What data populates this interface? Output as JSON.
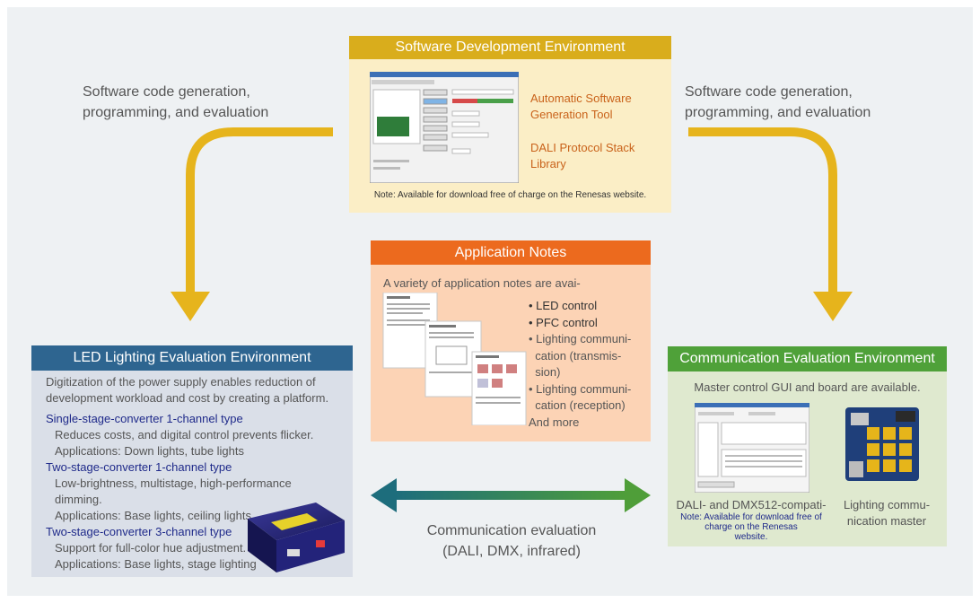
{
  "flows": {
    "left_label_line1": "Software code generation,",
    "left_label_line2": "programming, and evaluation",
    "right_label_line1": "Software code generation,",
    "right_label_line2": "programming, and evaluation",
    "bottom_label_line1": "Communication evaluation",
    "bottom_label_line2": "(DALI, DMX, infrared)"
  },
  "software_env": {
    "title": "Software Development Environment",
    "tool1_line1": "Automatic Software",
    "tool1_line2": "Generation Tool",
    "tool2_line1": "DALI Protocol Stack",
    "tool2_line2": "Library",
    "note": "Note: Available for download free of charge on the Renesas website."
  },
  "app_notes": {
    "title": "Application Notes",
    "intro": "A variety of application notes are avai-",
    "items": [
      "LED control",
      "PFC control",
      "Lighting communi-",
      "cation (transmis-",
      "sion)",
      "Lighting communi-",
      "cation (reception)",
      "And more"
    ]
  },
  "led_env": {
    "title": "LED Lighting Evaluation Environment",
    "intro_line1": "Digitization of the power supply enables reduction of",
    "intro_line2": "development workload and cost by creating a platform.",
    "type1_title": "Single-stage-converter 1-channel type",
    "type1_line1": "Reduces costs, and digital control prevents flicker.",
    "type1_line2": "Applications: Down lights, tube lights",
    "type2_title": "Two-stage-converter 1-channel type",
    "type2_line1": "Low-brightness, multistage, high-performance",
    "type2_line2": "dimming.",
    "type2_line3": "Applications: Base lights, ceiling lights",
    "type3_title": "Two-stage-converter 3-channel type",
    "type3_line1": "Support for full-color hue adjustment.",
    "type3_line2": "Applications: Base lights, stage lighting"
  },
  "comm_env": {
    "title": "Communication Evaluation Environment",
    "intro": "Master control GUI and board are available.",
    "gui_caption": "DALI- and DMX512-compati-",
    "gui_note_line1": "Note: Available for download free of",
    "gui_note_line2": "charge on the Renesas",
    "gui_note_line3": "website.",
    "board_caption_line1": "Lighting commu-",
    "board_caption_line2": "nication master"
  },
  "colors": {
    "gold_header": "#d9ad1c",
    "gold_panel": "#fbeec6",
    "orange_header": "#ec6a1e",
    "orange_panel": "#fcd3b5",
    "blue_header": "#2e6590",
    "blue_panel": "#dadfe8",
    "green_header": "#4fa139",
    "green_panel": "#dfe9cf",
    "arrow_gold": "#e6b41c",
    "arrow_teal": "#1d6d7c",
    "arrow_green": "#4f9e39",
    "tool_text": "#c9621a"
  }
}
